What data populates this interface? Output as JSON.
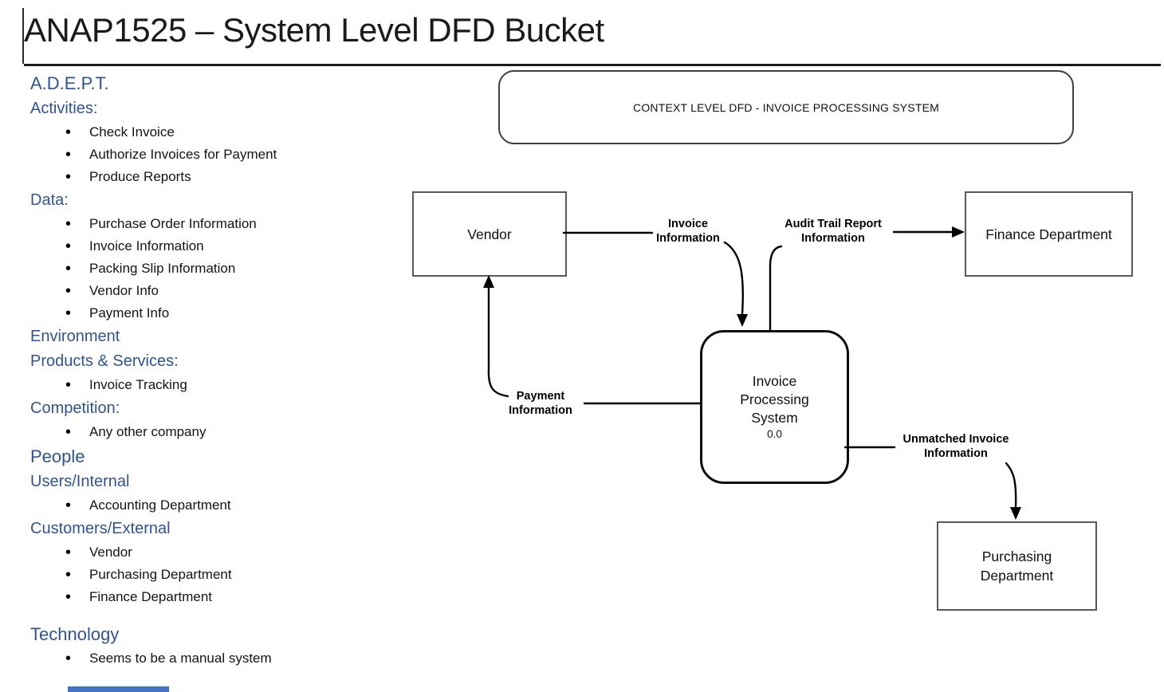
{
  "title": "ANAP1525 – System Level DFD Bucket",
  "outline": {
    "sections": [
      {
        "level": "h1",
        "label": "A.D.E.P.T.",
        "items": []
      },
      {
        "level": "h2",
        "label": "Activities:",
        "items": [
          "Check Invoice",
          "Authorize Invoices for Payment",
          "Produce Reports"
        ]
      },
      {
        "level": "h2",
        "label": "Data:",
        "items": [
          "Purchase Order Information",
          "Invoice Information",
          "Packing Slip Information",
          "Vendor Info",
          "Payment Info"
        ]
      },
      {
        "level": "h2",
        "label": "Environment",
        "items": []
      },
      {
        "level": "h2",
        "label": "Products & Services:",
        "items": [
          "Invoice Tracking"
        ]
      },
      {
        "level": "h2",
        "label": "Competition:",
        "items": [
          "Any other company"
        ]
      },
      {
        "level": "h1",
        "label": "People",
        "items": []
      },
      {
        "level": "h2",
        "label": "Users/Internal",
        "items": [
          "Accounting Department"
        ]
      },
      {
        "level": "h2",
        "label": "Customers/External",
        "items": [
          "Vendor",
          "Purchasing Department",
          "Finance Department"
        ]
      },
      {
        "level": "h1",
        "label": "Technology",
        "items": [
          "Seems to be a manual system"
        ]
      }
    ]
  },
  "diagram": {
    "context_label": "CONTEXT LEVEL DFD - INVOICE PROCESSING SYSTEM",
    "entities": [
      {
        "id": "vendor",
        "lines": [
          "Vendor"
        ]
      },
      {
        "id": "finance-department",
        "lines": [
          "Finance Department"
        ]
      },
      {
        "id": "purchasing-department",
        "lines": [
          "Purchasing",
          "Department"
        ]
      }
    ],
    "process": {
      "lines": [
        "Invoice",
        "Processing",
        "System"
      ],
      "number": "0.0"
    },
    "flows": [
      {
        "lines": [
          "Invoice",
          "Information"
        ],
        "from": "Vendor",
        "to": "Invoice Processing System"
      },
      {
        "lines": [
          "Audit Trail Report",
          "Information"
        ],
        "from": "Invoice Processing System",
        "to": "Finance Department"
      },
      {
        "lines": [
          "Payment",
          "Information"
        ],
        "from": "Invoice Processing System",
        "to": "Vendor"
      },
      {
        "lines": [
          "Unmatched Invoice",
          "Information"
        ],
        "from": "Invoice Processing System",
        "to": "Purchasing Department"
      }
    ]
  },
  "colors": {
    "heading_blue": "#2F5496",
    "accent_bar_blue": "#4472C4",
    "entity_border_gray": "#595959",
    "diagram_line_black": "#000000"
  }
}
